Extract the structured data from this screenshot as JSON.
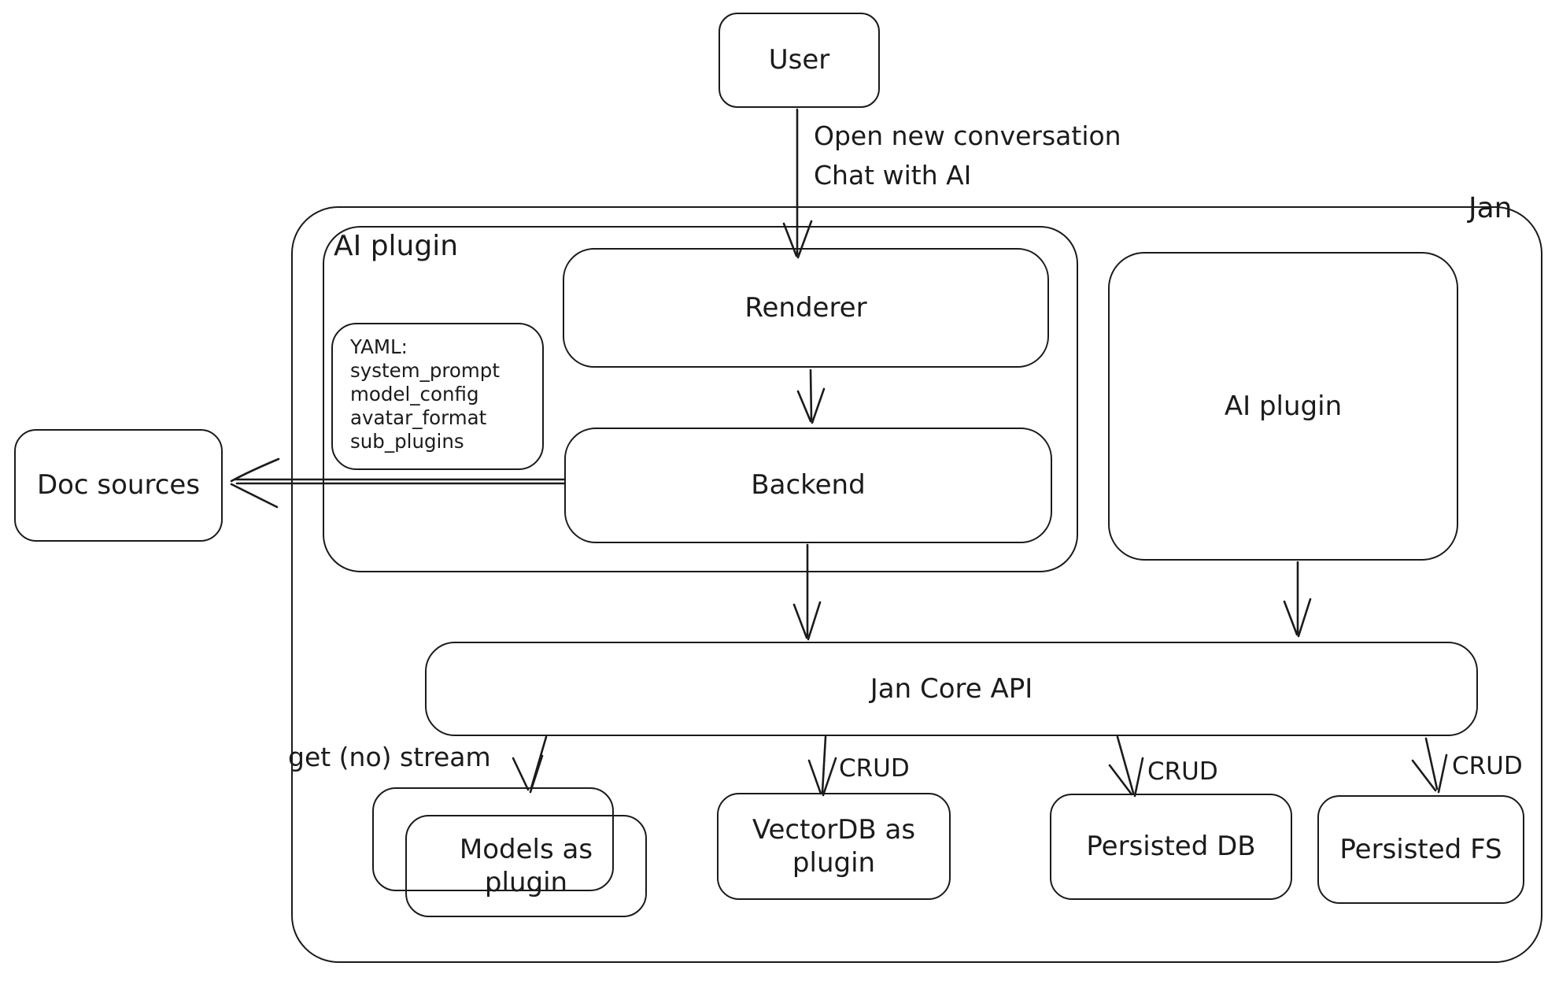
{
  "diagram": {
    "colors": {
      "stroke": "#1b1b1b",
      "background": "#ffffff"
    },
    "nodes": {
      "user": {
        "label": "User"
      },
      "jan_container": {
        "label": "Jan"
      },
      "ai_plugin_container": {
        "label": "AI plugin"
      },
      "yaml_note": {
        "lines": [
          "YAML:",
          "system_prompt",
          "model_config",
          "avatar_format",
          "sub_plugins"
        ]
      },
      "renderer": {
        "label": "Renderer"
      },
      "backend": {
        "label": "Backend"
      },
      "ai_plugin_right": {
        "label": "AI plugin"
      },
      "doc_sources": {
        "label": "Doc sources"
      },
      "jan_core_api": {
        "label": "Jan Core API"
      },
      "models_plugin": {
        "label": "Models as plugin"
      },
      "vectordb_plugin": {
        "label": "VectorDB as plugin"
      },
      "persisted_db": {
        "label": "Persisted DB"
      },
      "persisted_fs": {
        "label": "Persisted FS"
      }
    },
    "edges": {
      "user_to_renderer": {
        "label_line1": "Open new conversation",
        "label_line2": "Chat with AI"
      },
      "api_to_models": {
        "label": "get (no) stream"
      },
      "api_to_vectordb": {
        "label": "CRUD"
      },
      "api_to_persisted_db": {
        "label": "CRUD"
      },
      "api_to_persisted_fs": {
        "label": "CRUD"
      }
    }
  }
}
